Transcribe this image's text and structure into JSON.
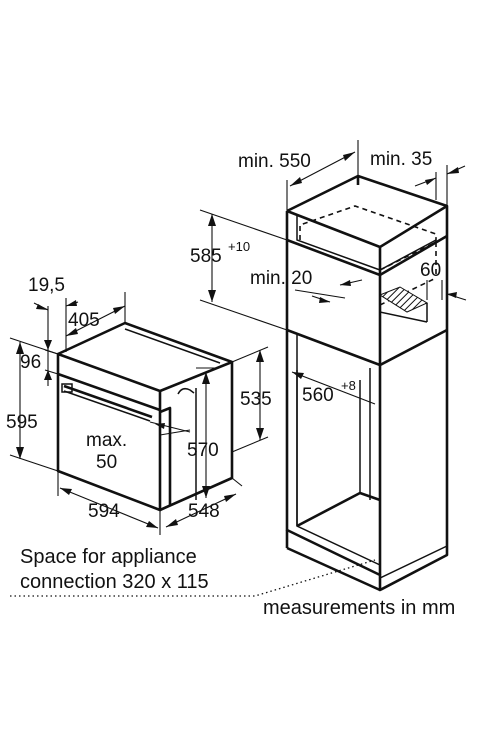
{
  "oven": {
    "width": "594",
    "height": "595",
    "depth": "548",
    "body_depth": "535",
    "body_height": "570",
    "panel_height": "96",
    "front_depth": "19,5",
    "top_depth": "405",
    "door_max_label": "max.",
    "door_max_value": "50"
  },
  "cabinet": {
    "min_depth_label": "min. 550",
    "min_rear_label": "min. 35",
    "niche_height_base": "585",
    "niche_height_tol": "+10",
    "min_gap_label": "min. 20",
    "vent_label": "60",
    "niche_width_base": "560",
    "niche_width_tol": "+8"
  },
  "notes": {
    "connection_line1": "Space for appliance",
    "connection_line2": "connection 320 x 115",
    "units": "measurements in mm"
  }
}
